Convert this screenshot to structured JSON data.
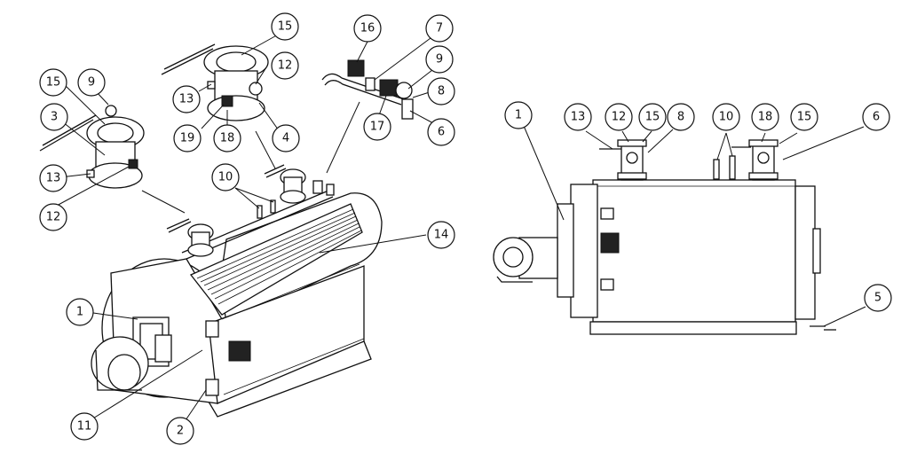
{
  "callouts": {
    "left_1": "1",
    "left_2": "2",
    "left_11": "11",
    "left_14": "14",
    "left_10": "10",
    "det_a_15": "15",
    "det_a_9": "9",
    "det_a_3": "3",
    "det_a_13": "13",
    "det_a_12": "12",
    "det_b_15": "15",
    "det_b_12": "12",
    "det_b_13": "13",
    "det_b_19": "19",
    "det_b_18": "18",
    "det_b_4": "4",
    "det_c_16": "16",
    "det_c_7": "7",
    "det_c_9": "9",
    "det_c_8": "8",
    "det_c_17": "17",
    "det_c_6": "6",
    "right_1": "1",
    "right_13": "13",
    "right_12": "12",
    "right_15a": "15",
    "right_8": "8",
    "right_10": "10",
    "right_18": "18",
    "right_15b": "15",
    "right_6": "6",
    "right_5": "5"
  }
}
